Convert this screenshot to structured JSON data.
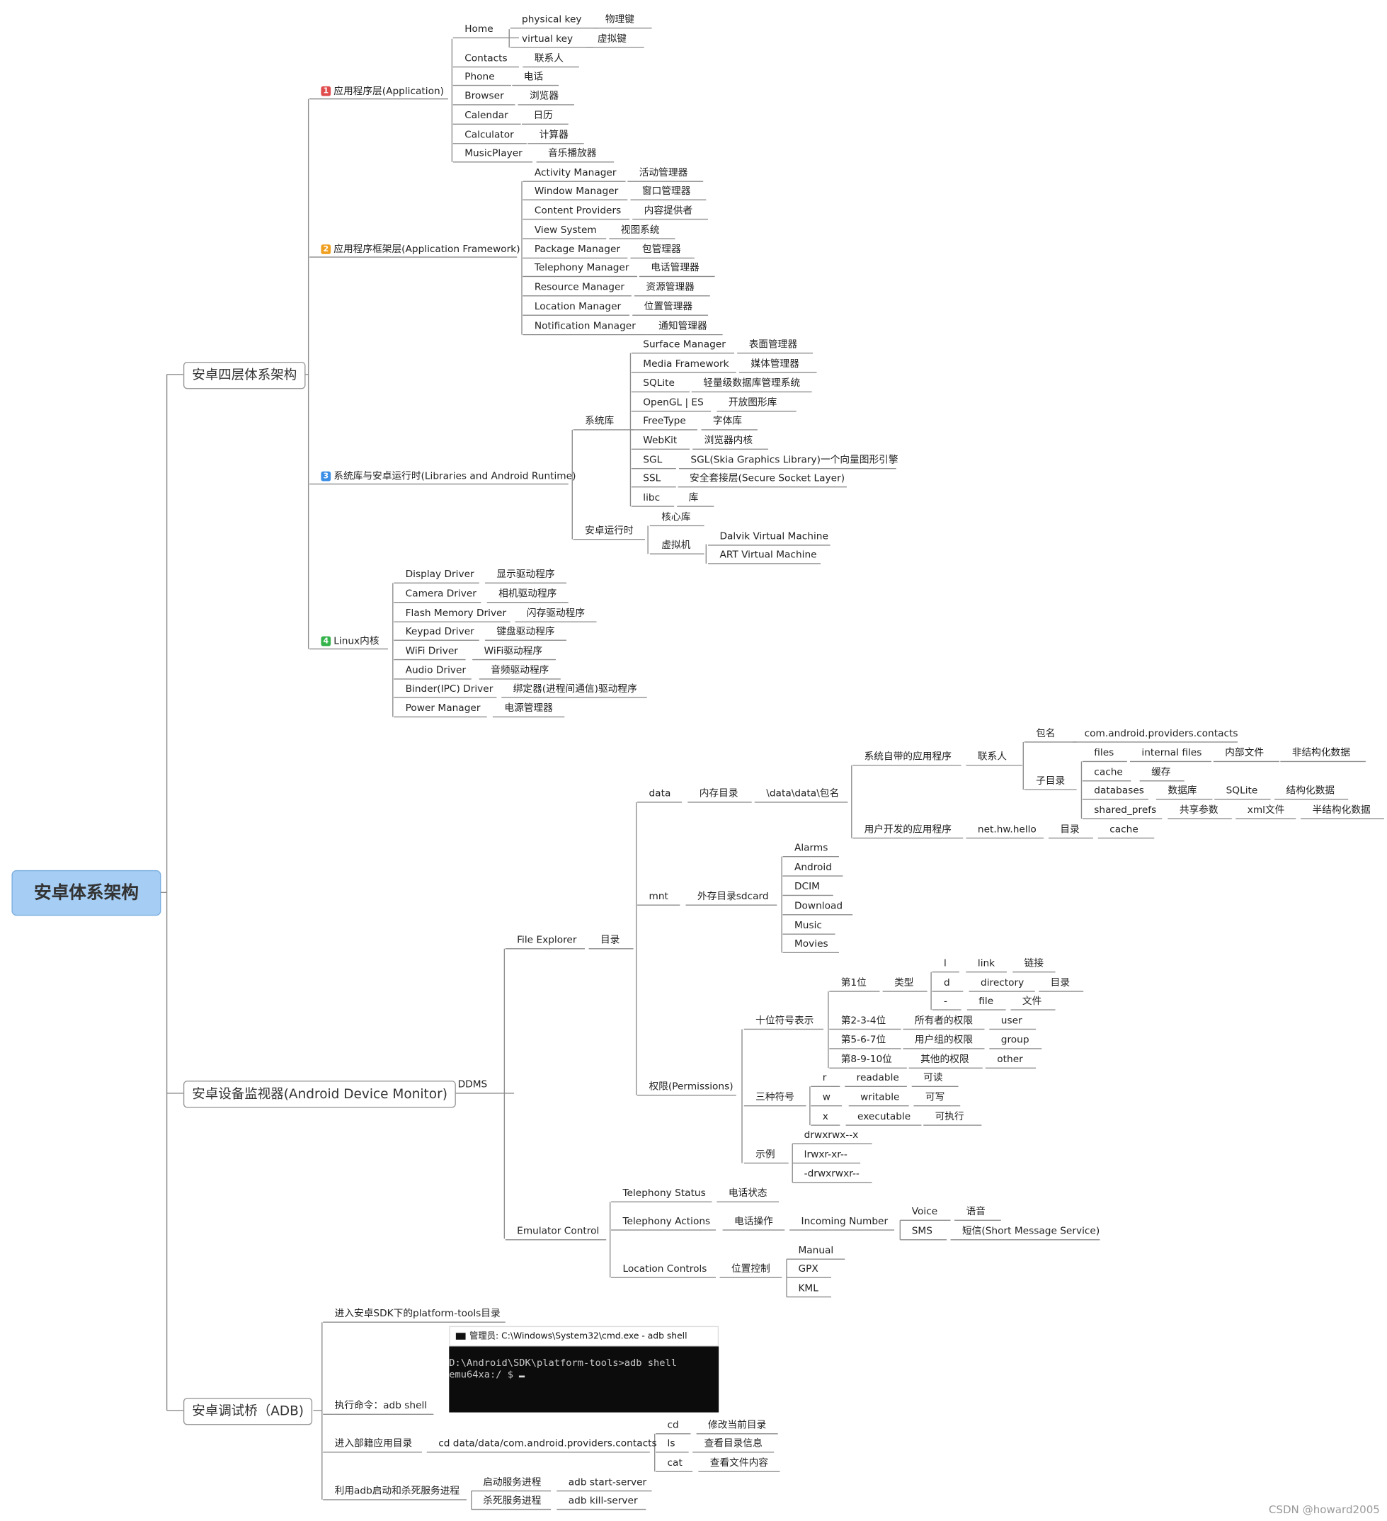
{
  "root": {
    "label": "安卓体系架构"
  },
  "branches": [
    {
      "label": "安卓四层体系架构"
    },
    {
      "label": "安卓设备监视器(Android Device Monitor)"
    },
    {
      "label": "安卓调试桥（ADB)"
    }
  ],
  "layers": [
    {
      "badge": "1",
      "color": "#e04b4b",
      "label": "应用程序层(Application)"
    },
    {
      "badge": "2",
      "color": "#f0a020",
      "label": "应用程序框架层(Application Framework)"
    },
    {
      "badge": "3",
      "color": "#3a8ee6",
      "label": "系统库与安卓运行时(Libraries and Android Runtime)"
    },
    {
      "badge": "4",
      "color": "#34b34a",
      "label": "Linux内核"
    }
  ],
  "nodes": [
    "Home",
    "physical key",
    "物理键",
    "virtual key",
    "虚拟键",
    "Contacts",
    "联系人",
    "Phone",
    "电话",
    "Browser",
    "浏览器",
    "Calendar",
    "日历",
    "Calculator",
    "计算器",
    "MusicPlayer",
    "音乐播放器",
    "Activity Manager",
    "活动管理器",
    "Window Manager",
    "窗口管理器",
    "Content Providers",
    "内容提供者",
    "View System",
    "视图系统",
    "Package Manager",
    "包管理器",
    "Telephony Manager",
    "电话管理器",
    "Resource Manager",
    "资源管理器",
    "Location Manager",
    "位置管理器",
    "Notification Manager",
    "通知管理器",
    "系统库",
    "Surface Manager",
    "表面管理器",
    "Media Framework",
    "媒体管理器",
    "SQLite",
    "轻量级数据库管理系统",
    "OpenGL | ES",
    "开放图形库",
    "FreeType",
    "字体库",
    "WebKit",
    "浏览器内核",
    "SGL",
    "SGL(Skia Graphics Library)一个向量图形引擎",
    "SSL",
    "安全套接层(Secure Socket Layer)",
    "libc",
    "库",
    "安卓运行时",
    "核心库",
    "虚拟机",
    "Dalvik Virtual Machine",
    "ART Virtual Machine",
    "Display Driver",
    "显示驱动程序",
    "Camera Driver",
    "相机驱动程序",
    "Flash Memory Driver",
    "闪存驱动程序",
    "Keypad Driver",
    "键盘驱动程序",
    "WiFi Driver",
    "WiFi驱动程序",
    "Audio Driver",
    "音频驱动程序",
    "Binder(IPC) Driver",
    "绑定器(进程间通信)驱动程序",
    "Power Manager",
    "电源管理器",
    "DDMS",
    "File Explorer",
    "目录",
    "data",
    "内存目录",
    "\\data\\data\\包名",
    "系统自带的应用程序",
    "联系人",
    "包名",
    "com.android.providers.contacts",
    "子目录",
    "files",
    "internal files",
    "内部文件",
    "非结构化数据",
    "cache",
    "缓存",
    "databases",
    "数据库",
    "SQLite",
    "结构化数据",
    "shared_prefs",
    "共享参数",
    "xml文件",
    "半结构化数据",
    "用户开发的应用程序",
    "net.hw.hello",
    "目录",
    "cache",
    "mnt",
    "外存目录sdcard",
    "Alarms",
    "Android",
    "DCIM",
    "Download",
    "Music",
    "Movies",
    "权限(Permissions)",
    "十位符号表示",
    "第1位",
    "类型",
    "l",
    "link",
    "链接",
    "d",
    "directory",
    "目录",
    "-",
    "file",
    "文件",
    "第2-3-4位",
    "所有者的权限",
    "user",
    "第5-6-7位",
    "用户组的权限",
    "group",
    "第8-9-10位",
    "其他的权限",
    "other",
    "三种符号",
    "r",
    "readable",
    "可读",
    "w",
    "writable",
    "可写",
    "x",
    "executable",
    "可执行",
    "示例",
    "drwxrwx--x",
    "lrwxr-xr--",
    "-drwxrwxr--",
    "Emulator Control",
    "Telephony Status",
    "电话状态",
    "Telephony Actions",
    "电话操作",
    "Incoming Number",
    "Voice",
    "语音",
    "SMS",
    "短信(Short Message Service)",
    "Location Controls",
    "位置控制",
    "Manual",
    "GPX",
    "KML",
    "进入安卓SDK下的platform-tools目录",
    "执行命令：adb shell",
    "进入部籍应用目录",
    "cd data/data/com.android.providers.contacts",
    "cd",
    "修改当前目录",
    "ls",
    "查看目录信息",
    "cat",
    "查看文件内容",
    "利用adb启动和杀死服务进程",
    "启动服务进程",
    "adb start-server",
    "杀死服务进程",
    "adb kill-server"
  ],
  "console": {
    "title": "管理员: C:\\Windows\\System32\\cmd.exe - adb  shell",
    "line1": "D:\\Android\\SDK\\platform-tools>adb shell",
    "line2": "emu64xa:/ $ "
  },
  "watermark": "CSDN @howard2005",
  "colors": {
    "root_fill": "#a6cdf3",
    "line": "#888888",
    "underline": "#999999"
  }
}
